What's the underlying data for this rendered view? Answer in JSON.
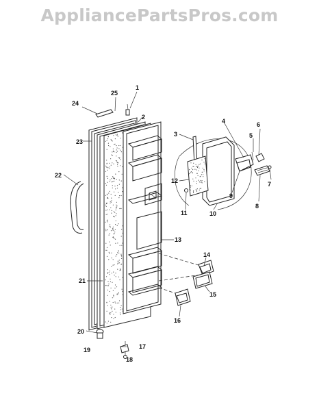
{
  "watermark": "AppliancePartsPros.com",
  "part_numbers": {
    "p1": "1",
    "p2": "2",
    "p3": "3",
    "p4": "4",
    "p5": "5",
    "p6": "6",
    "p7": "7",
    "p8": "8",
    "p9": "9",
    "p10": "10",
    "p11": "11",
    "p12": "12",
    "p13": "13",
    "p14": "14",
    "p15": "15",
    "p16": "16",
    "p17": "17",
    "p18": "18",
    "p19": "19",
    "p20": "20",
    "p21": "21",
    "p22": "22",
    "p23": "23",
    "p24": "24",
    "p25": "25"
  }
}
